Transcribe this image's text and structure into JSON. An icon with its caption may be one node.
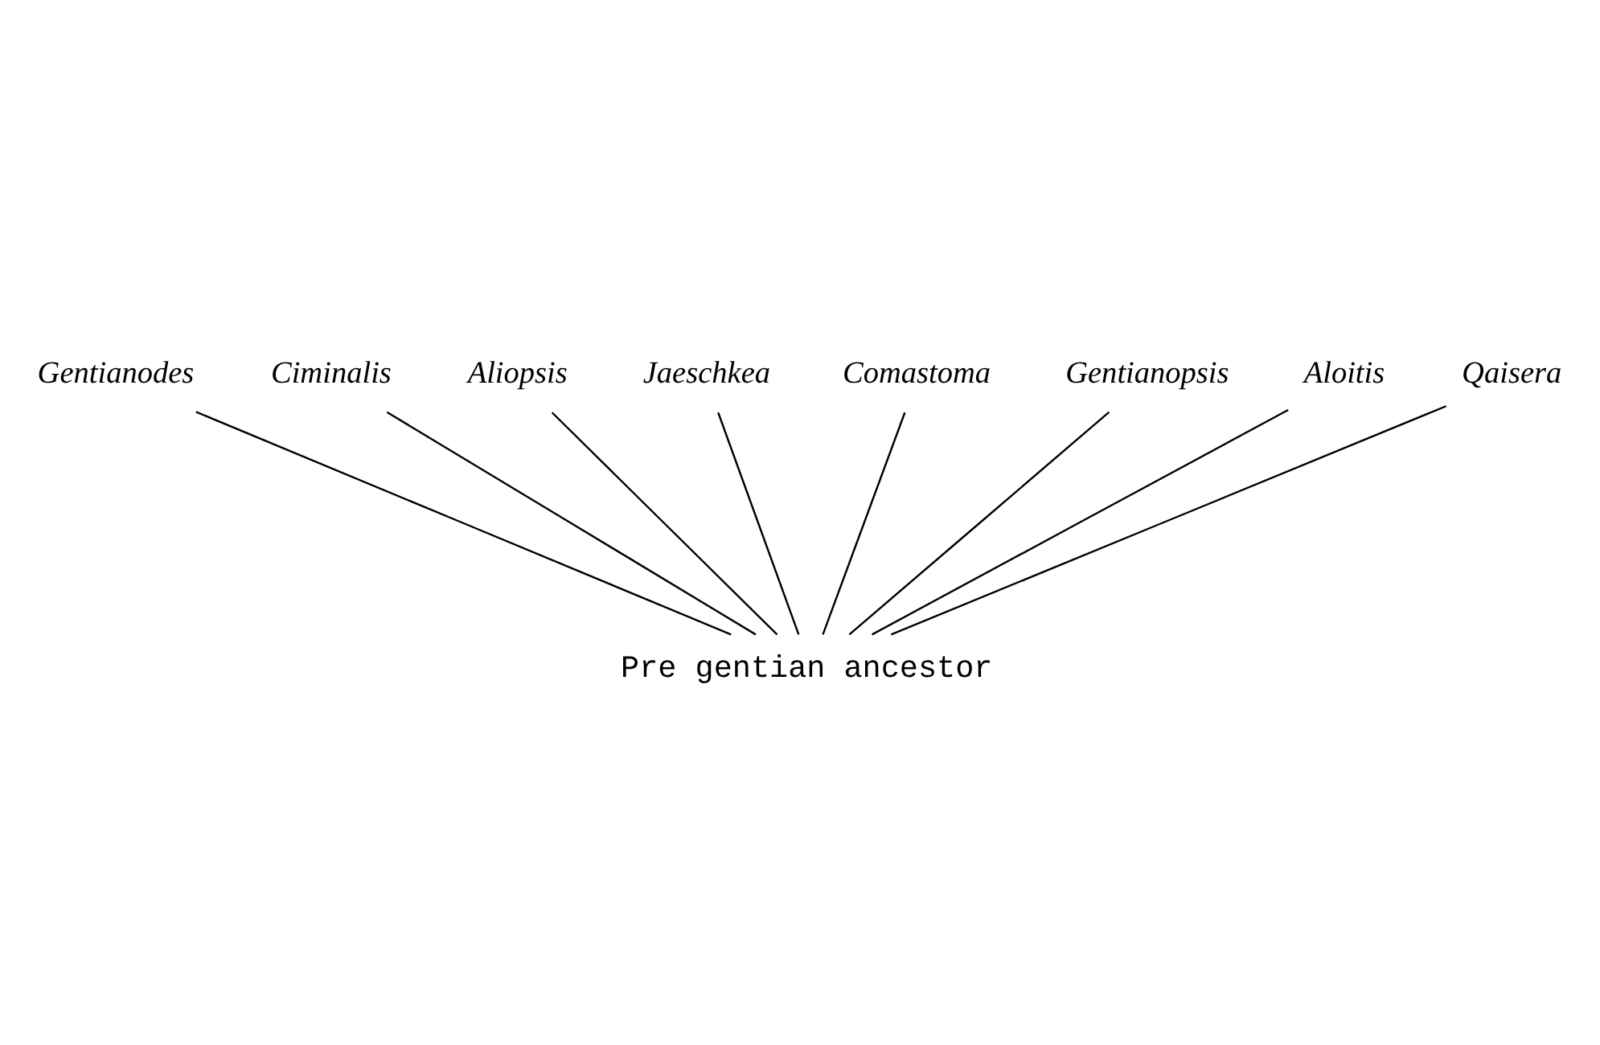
{
  "diagram": {
    "nodes": [
      {
        "text": [
          "Gentianodes"
        ]
      },
      {
        "text": [
          "Ciminalis"
        ]
      },
      {
        "text": [
          "Aliopsis"
        ]
      },
      {
        "text": [
          "Jaeschkea"
        ]
      },
      {
        "text": [
          "Comastoma"
        ]
      },
      {
        "text": [
          "Gentianopsis"
        ]
      },
      {
        "text": [
          "Aloitis"
        ]
      },
      {
        "text": [
          "Qaisera"
        ]
      },
      {
        "text": [
          "Pre gentian ancestor"
        ]
      }
    ],
    "edges": [
      {
        "from": 8,
        "to": 0,
        "arrow": "none"
      },
      {
        "from": 8,
        "to": 1,
        "arrow": "none"
      },
      {
        "from": 8,
        "to": 7,
        "arrow": "none"
      },
      {
        "from": 8,
        "to": 4,
        "arrow": "none"
      },
      {
        "from": 8,
        "to": 2,
        "arrow": "none"
      },
      {
        "from": 8,
        "to": 5,
        "arrow": "none"
      },
      {
        "from": 8,
        "to": 6,
        "arrow": "none"
      },
      {
        "from": 8,
        "to": 3,
        "arrow": "none"
      }
    ]
  }
}
